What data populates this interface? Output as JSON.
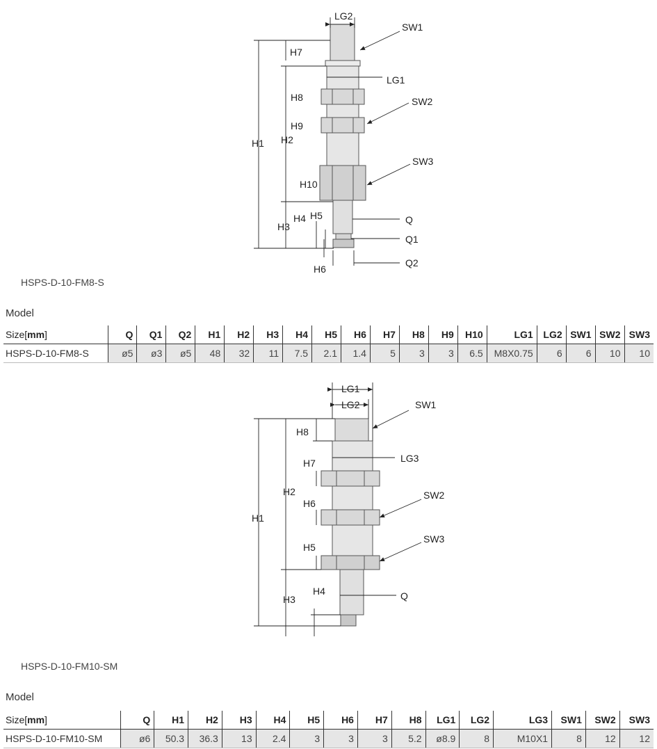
{
  "section1": {
    "drawing_labels": {
      "LG2": "LG2",
      "SW1": "SW1",
      "H7": "H7",
      "LG1": "LG1",
      "H8": "H8",
      "SW2": "SW2",
      "H9": "H9",
      "H1": "H1",
      "H2": "H2",
      "SW3": "SW3",
      "H10": "H10",
      "H5": "H5",
      "H4": "H4",
      "H3": "H3",
      "Q": "Q",
      "Q1": "Q1",
      "Q2": "Q2",
      "H6": "H6"
    },
    "caption": "HSPS-D-10-FM8-S",
    "model_label": "Model",
    "size_label_prefix": "Size[",
    "size_label_unit": "mm",
    "size_label_suffix": "]",
    "columns": [
      "Q",
      "Q1",
      "Q2",
      "H1",
      "H2",
      "H3",
      "H4",
      "H5",
      "H6",
      "H7",
      "H8",
      "H9",
      "H10",
      "LG1",
      "LG2",
      "SW1",
      "SW2",
      "SW3"
    ],
    "row": {
      "model": "HSPS-D-10-FM8-S",
      "values": [
        "ø5",
        "ø3",
        "ø5",
        "48",
        "32",
        "11",
        "7.5",
        "2.1",
        "1.4",
        "5",
        "3",
        "3",
        "6.5",
        "M8X0.75",
        "6",
        "6",
        "10",
        "10"
      ]
    }
  },
  "section2": {
    "drawing_labels": {
      "LG1": "LG1",
      "LG2": "LG2",
      "SW1": "SW1",
      "H8": "H8",
      "LG3": "LG3",
      "H7": "H7",
      "H2": "H2",
      "H1": "H1",
      "SW2": "SW2",
      "H6": "H6",
      "SW3": "SW3",
      "H5": "H5",
      "H4": "H4",
      "Q": "Q",
      "H3": "H3"
    },
    "caption": "HSPS-D-10-FM10-SM",
    "model_label": "Model",
    "size_label_prefix": "Size[",
    "size_label_unit": "mm",
    "size_label_suffix": "]",
    "columns": [
      "Q",
      "H1",
      "H2",
      "H3",
      "H4",
      "H5",
      "H6",
      "H7",
      "H8",
      "LG1",
      "LG2",
      "LG3",
      "SW1",
      "SW2",
      "SW3"
    ],
    "row": {
      "model": "HSPS-D-10-FM10-SM",
      "values": [
        "ø6",
        "50.3",
        "36.3",
        "13",
        "2.4",
        "3",
        "3",
        "3",
        "5.2",
        "ø8.9",
        "8",
        "M10X1",
        "8",
        "12",
        "12"
      ]
    }
  }
}
